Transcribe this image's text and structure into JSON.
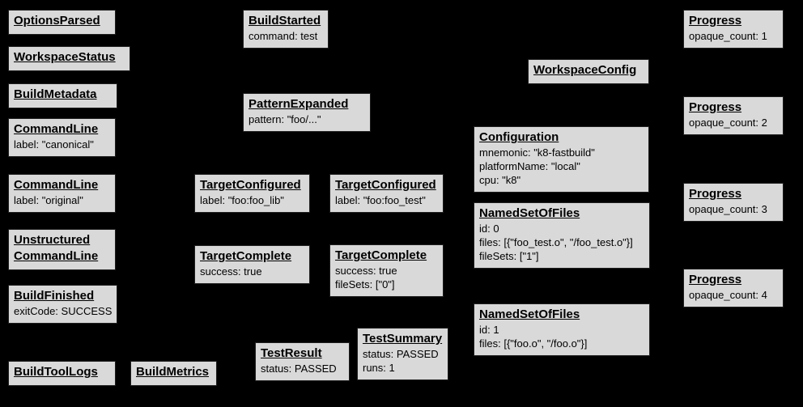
{
  "page": {
    "background": "#000000",
    "node_fill": "#d9d9d9",
    "node_border": "#000000",
    "text_color": "#000000"
  },
  "boxes": [
    {
      "title": "OptionsParsed",
      "lines": []
    },
    {
      "title": "WorkspaceStatus",
      "lines": []
    },
    {
      "title": "BuildMetadata",
      "lines": []
    },
    {
      "title": "CommandLine",
      "lines": [
        "label: \"canonical\""
      ]
    },
    {
      "title": "CommandLine",
      "lines": [
        "label: \"original\""
      ]
    },
    {
      "title": "Unstructured\nCommandLine",
      "lines": []
    },
    {
      "title": "BuildFinished",
      "lines": [
        "exitCode: SUCCESS"
      ]
    },
    {
      "title": "BuildToolLogs",
      "lines": []
    },
    {
      "title": "BuildMetrics",
      "lines": []
    },
    {
      "title": "BuildStarted",
      "lines": [
        "command: test"
      ]
    },
    {
      "title": "PatternExpanded",
      "lines": [
        "pattern: \"foo/...\""
      ]
    },
    {
      "title": "TargetConfigured",
      "lines": [
        "label: \"foo:foo_lib\""
      ]
    },
    {
      "title": "TargetConfigured",
      "lines": [
        "label: \"foo:foo_test\""
      ]
    },
    {
      "title": "TargetComplete",
      "lines": [
        "success: true"
      ]
    },
    {
      "title": "TargetComplete",
      "lines": [
        "success: true",
        "fileSets: [\"0\"]"
      ]
    },
    {
      "title": "TestResult",
      "lines": [
        "status: PASSED"
      ]
    },
    {
      "title": "TestSummary",
      "lines": [
        "status: PASSED",
        "runs: 1"
      ]
    },
    {
      "title": "WorkspaceConfig",
      "lines": []
    },
    {
      "title": "Configuration",
      "lines": [
        "mnemonic: \"k8-fastbuild\"",
        "platformName: \"local\"",
        "cpu: \"k8\""
      ]
    },
    {
      "title": "NamedSetOfFiles",
      "lines": [
        "id: 0",
        "files: [{\"foo_test.o\", \"/foo_test.o\"}]",
        "fileSets: [\"1\"]"
      ]
    },
    {
      "title": "NamedSetOfFiles",
      "lines": [
        "id: 1",
        "files: [{\"foo.o\", \"/foo.o\"}]"
      ]
    },
    {
      "title": "Progress",
      "lines": [
        "opaque_count: 1"
      ]
    },
    {
      "title": "Progress",
      "lines": [
        "opaque_count: 2"
      ]
    },
    {
      "title": "Progress",
      "lines": [
        "opaque_count: 3"
      ]
    },
    {
      "title": "Progress",
      "lines": [
        "opaque_count: 4"
      ]
    }
  ]
}
